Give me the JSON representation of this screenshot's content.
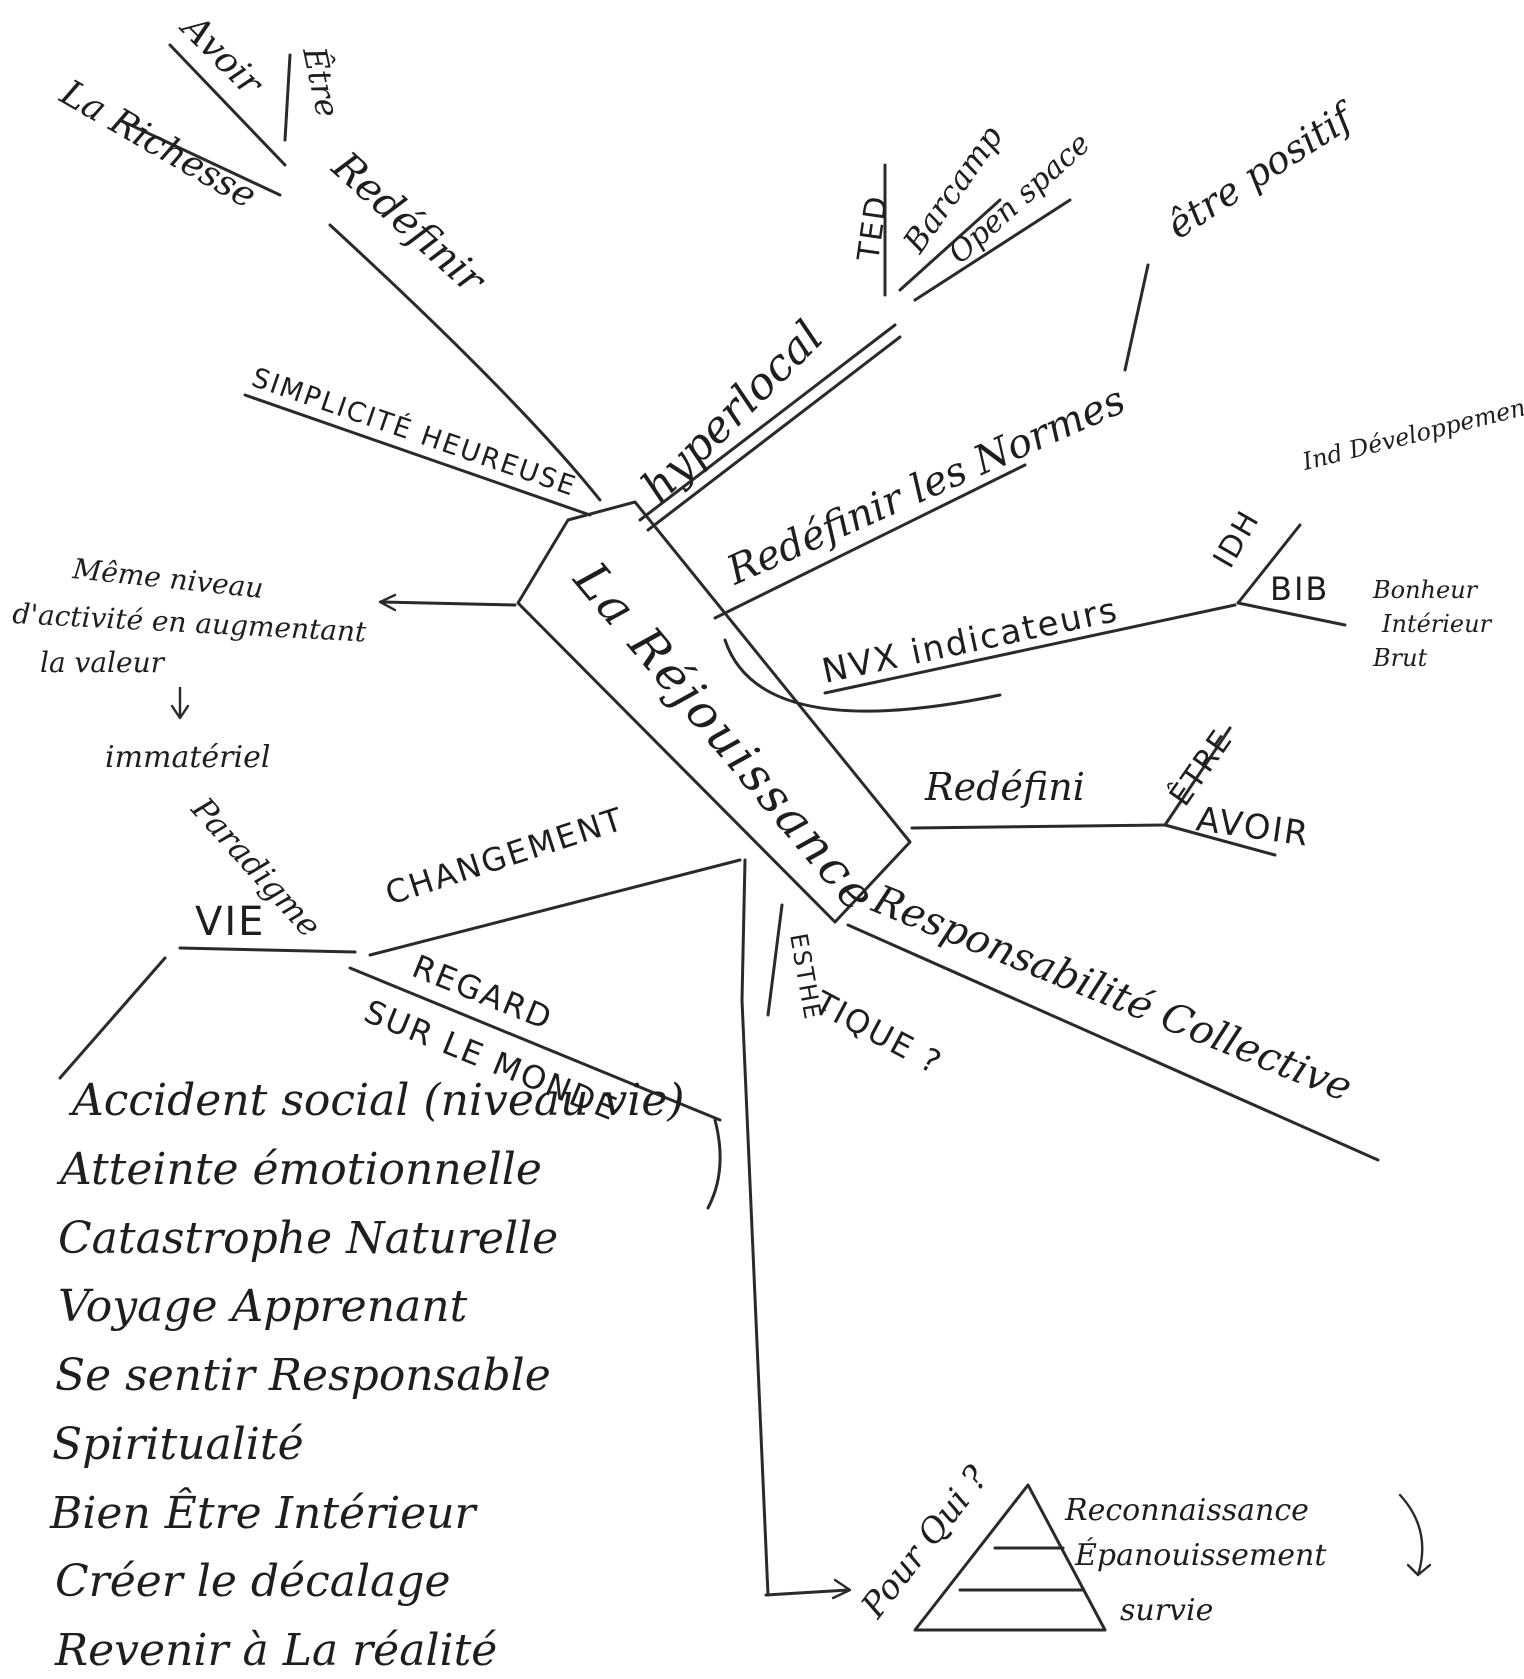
{
  "center": "La Réjouissance",
  "branches": {
    "redefinir": {
      "label": "Redéfinir",
      "items": [
        "La Richesse",
        "Avoir",
        "Être"
      ]
    },
    "simplicite": "SIMPLICITÉ HEUREUSE",
    "hyperlocal": {
      "label": "hyperlocal",
      "items": [
        "TED",
        "Barcamp",
        "Open space"
      ]
    },
    "normes": {
      "label": "Redéfinir les Normes",
      "item": "être positif"
    },
    "indicateurs": {
      "label": "NVX indicateurs",
      "idh": "IDH",
      "idh_detail": "Ind Développement Humain",
      "bib": "BIB",
      "bib_detail": [
        "Bonheur",
        "Intérieur",
        "Brut"
      ]
    },
    "redefini": {
      "label": "Redéfini",
      "etre": "ÊTRE",
      "avoir": "AVOIR"
    },
    "responsabilite": "Responsabilité Collective",
    "esthetique": [
      "ESTHÉ",
      "TIQUE ?"
    ],
    "pourqui": {
      "label": "Pour Qui ?",
      "levels": [
        "Reconnaissance",
        "Épanouissement",
        "survie"
      ]
    },
    "niveau": {
      "lines": [
        "Même niveau",
        "d'activité en augmentant",
        "la valeur"
      ],
      "result": "immatériel"
    },
    "changement": {
      "label": "CHANGEMENT",
      "paradigme": "Paradigme",
      "vie": "VIE",
      "regard": [
        "REGARD",
        "SUR LE MONDE"
      ]
    },
    "list": [
      "Accident social (niveau vie)",
      "Atteinte émotionnelle",
      "Catastrophe Naturelle",
      "Voyage Apprenant",
      "Se sentir Responsable",
      "Spiritualité",
      "Bien Être Intérieur",
      "Créer le décalage",
      "Revenir à La réalité"
    ]
  }
}
